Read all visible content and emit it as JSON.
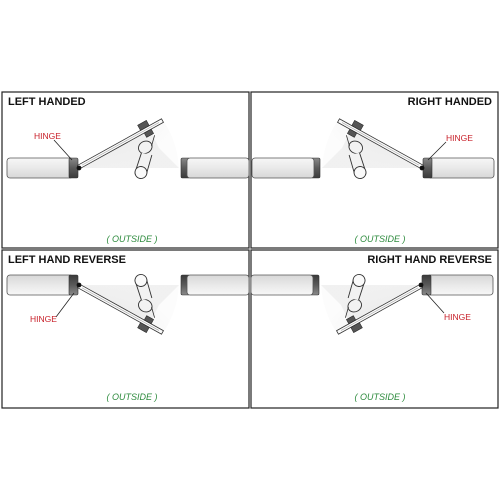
{
  "panels": [
    {
      "title": "LEFT HANDED",
      "hinge_label": "HINGE",
      "side_label": "( OUTSIDE )"
    },
    {
      "title": "RIGHT HANDED",
      "hinge_label": "HINGE",
      "side_label": "( OUTSIDE )"
    },
    {
      "title": "LEFT HAND REVERSE",
      "hinge_label": "HINGE",
      "side_label": "( OUTSIDE )"
    },
    {
      "title": "RIGHT HAND REVERSE",
      "hinge_label": "HINGE",
      "side_label": "( OUTSIDE )"
    }
  ],
  "colors": {
    "frame": "#222222",
    "title": "#111111",
    "hinge_label": "#c8202a",
    "side_label": "#2e8b3e",
    "swing_arc": "#e4e4e4",
    "wall_fill": "#f4f4f4"
  },
  "icons": {
    "door_lever": "door-lever-handle-icon",
    "hinge_marker": "hinge-pin-icon"
  }
}
